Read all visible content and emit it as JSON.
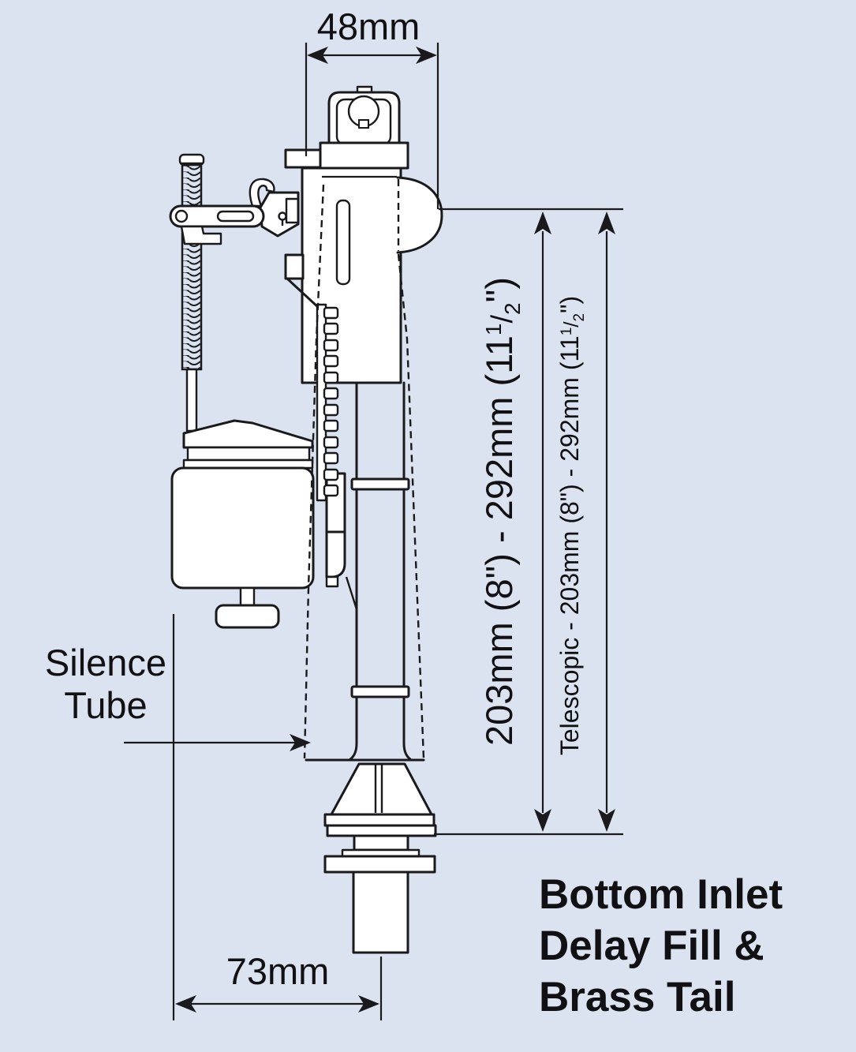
{
  "meta": {
    "subject": "Bottom inlet toilet cistern fill valve technical diagram, side view",
    "colors": {
      "background": "#dce3f0",
      "ink": "#1a1a1c",
      "part_fill": "#ffffff"
    }
  },
  "dimensions": {
    "top_width": {
      "label": "48mm"
    },
    "bottom_width": {
      "label": "73mm"
    },
    "height_main": {
      "prefix": "203mm (8\") - 292mm (11",
      "frac_numerator": "1",
      "frac_slash": "/",
      "frac_denominator": "2",
      "suffix": "\")"
    },
    "height_telescopic": {
      "prefix": "Telescopic - 203mm (8\") - 292mm (11",
      "frac_numerator": "1",
      "frac_slash": "/",
      "frac_denominator": "2",
      "suffix": "\")"
    }
  },
  "callouts": {
    "silence_tube": {
      "line1": "Silence",
      "line2": "Tube"
    }
  },
  "title": {
    "line1": "Bottom Inlet",
    "line2": "Delay Fill &",
    "line3": "Brass Tail"
  }
}
